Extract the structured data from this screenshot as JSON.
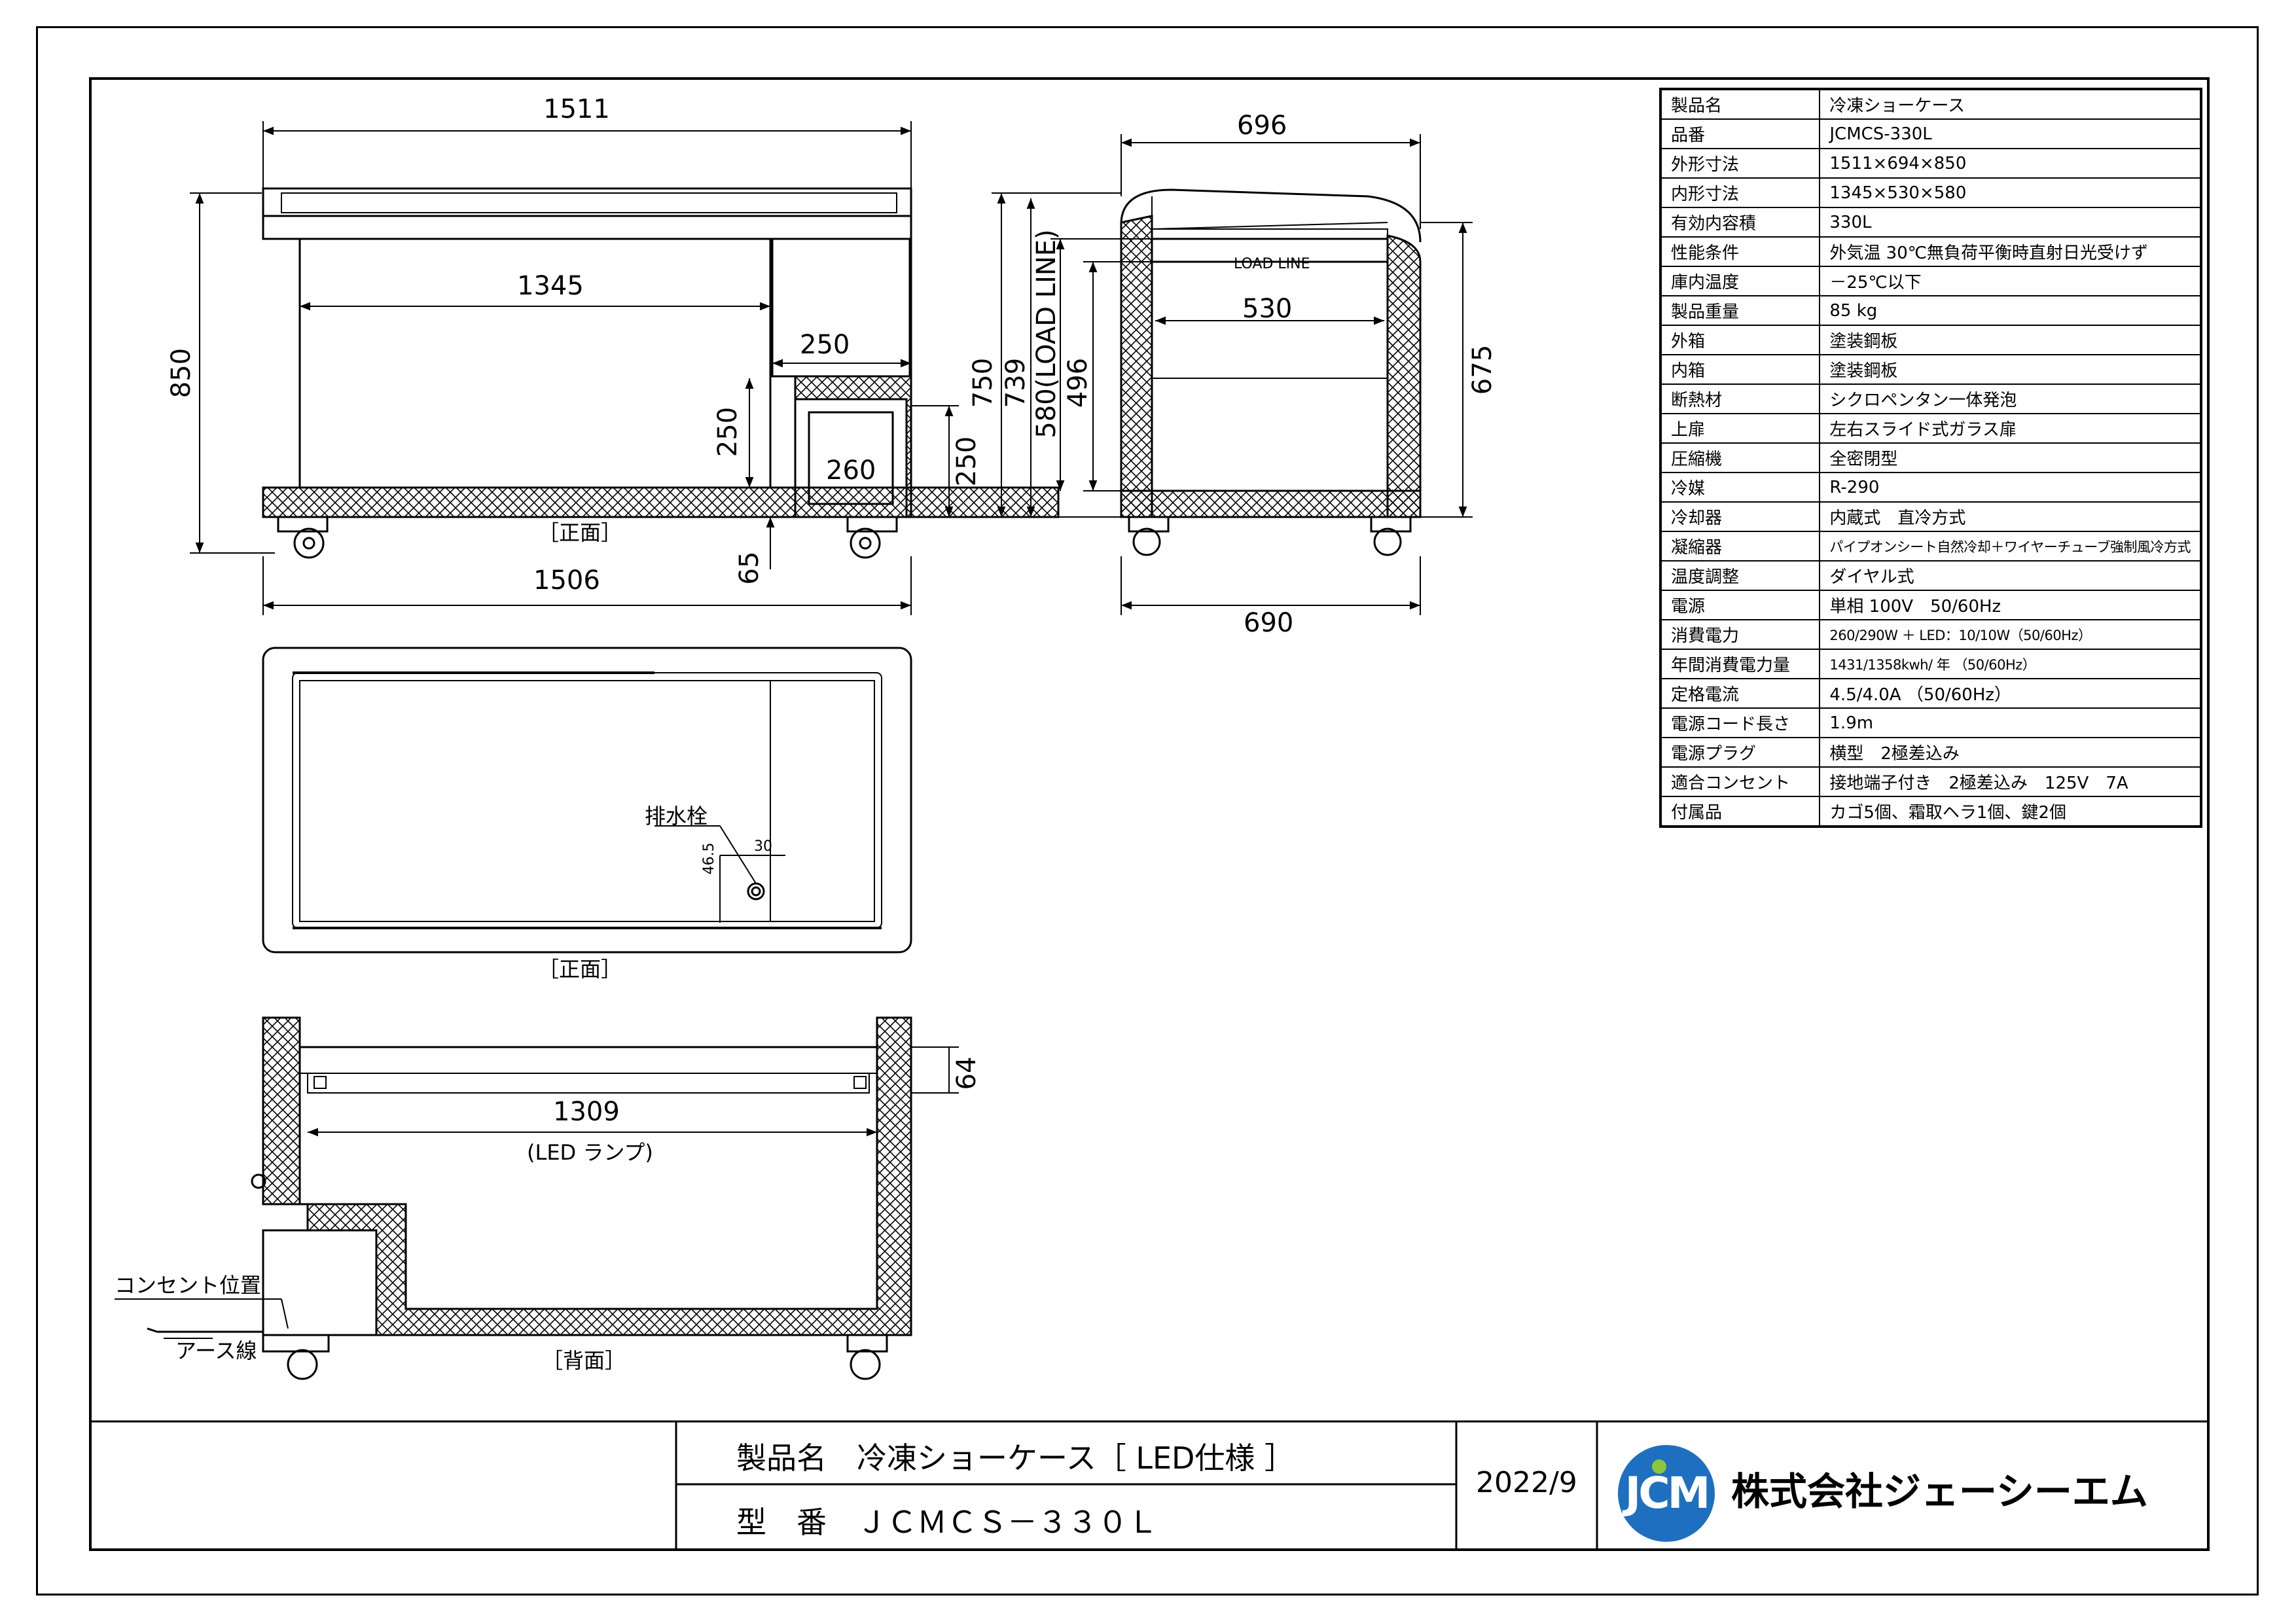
{
  "dimensions": {
    "front_width_top": "1511",
    "front_inner_width": "1345",
    "front_machine_width": "250",
    "front_height": "850",
    "front_step_height": "250",
    "front_compressor": "260",
    "front_right_height": "250",
    "front_bottom_width": "1506",
    "front_caster": "65",
    "side_top_width": "696",
    "side_inner_width": "530",
    "side_load_line": "LOAD LINE",
    "side_h750": "750",
    "side_h739": "739",
    "side_h580": "580(LOAD LINE)",
    "side_h496": "496",
    "side_h675": "675",
    "side_bottom_width": "690",
    "drain_w": "30",
    "drain_h": "46.5",
    "back_led_width": "1309",
    "back_led_label": "(LED ランプ)",
    "back_64": "64"
  },
  "labels": {
    "front_view": "［正面］",
    "top_view": "［正面］",
    "back_view": "［背面］",
    "drain": "排水栓",
    "outlet_position": "コンセント位置",
    "earth_wire": "アース線"
  },
  "spec": [
    {
      "key": "製品名",
      "value": "冷凍ショーケース"
    },
    {
      "key": "品番",
      "value": "JCMCS-330L"
    },
    {
      "key": "外形寸法",
      "value": "1511×694×850"
    },
    {
      "key": "内形寸法",
      "value": "1345×530×580"
    },
    {
      "key": "有効内容積",
      "value": "330L"
    },
    {
      "key": "性能条件",
      "value": "外気温 30℃無負荷平衡時直射日光受けず"
    },
    {
      "key": "庫内温度",
      "value": "－25℃以下"
    },
    {
      "key": "製品重量",
      "value": "85 kg"
    },
    {
      "key": "外箱",
      "value": "塗装鋼板"
    },
    {
      "key": "内箱",
      "value": "塗装鋼板"
    },
    {
      "key": "断熱材",
      "value": "シクロペンタン一体発泡"
    },
    {
      "key": "上扉",
      "value": "左右スライド式ガラス扉"
    },
    {
      "key": "圧縮機",
      "value": "全密閉型"
    },
    {
      "key": "冷媒",
      "value": "R-290"
    },
    {
      "key": "冷却器",
      "value": "内蔵式　直冷方式"
    },
    {
      "key": "凝縮器",
      "value": "パイプオンシート自然冷却＋ワイヤーチューブ強制風冷方式"
    },
    {
      "key": "温度調整",
      "value": "ダイヤル式"
    },
    {
      "key": "電源",
      "value": "単相 100V　50/60Hz"
    },
    {
      "key": "消費電力",
      "value": "260/290W ＋ LED：10/10W（50/60Hz）"
    },
    {
      "key": "年間消費電力量",
      "value": "1431/1358kwh/ 年 （50/60Hz）"
    },
    {
      "key": "定格電流",
      "value": "4.5/4.0A （50/60Hz）"
    },
    {
      "key": "電源コード長さ",
      "value": "1.9m"
    },
    {
      "key": "電源プラグ",
      "value": "横型　2極差込み"
    },
    {
      "key": "適合コンセント",
      "value": "接地端子付き　2極差込み　125V　7A"
    },
    {
      "key": "付属品",
      "value": "カゴ5個、霜取ヘラ1個、鍵2個"
    }
  ],
  "title_block": {
    "product_line": "製品名　冷凍ショーケース［ LED仕様 ］",
    "model_line": "型　番　ＪＣＭＣＳ－３３０Ｌ",
    "date": "2022/9",
    "logo": "JCM",
    "company": "株式会社ジェーシーエム"
  },
  "colors": {
    "line": "#000000",
    "logo_blue": "#1f6fc0",
    "logo_green": "#8cc63f"
  }
}
